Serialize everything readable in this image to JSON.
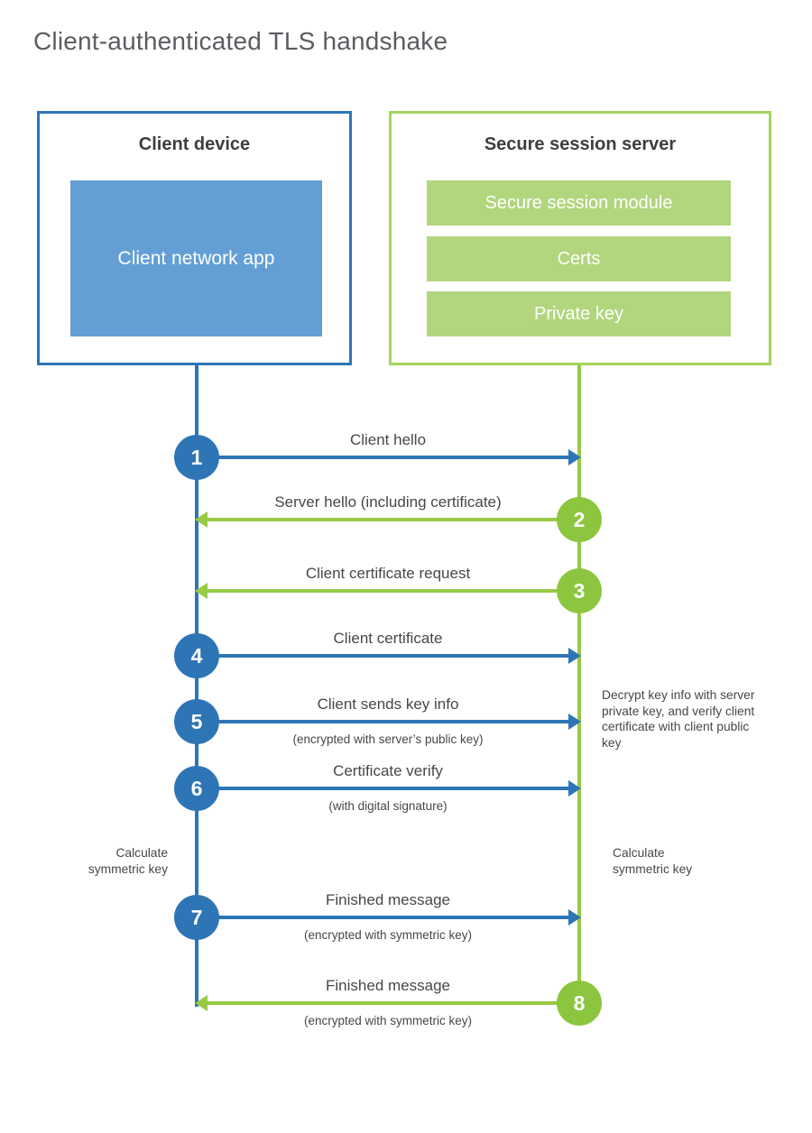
{
  "title": "Client-authenticated TLS handshake",
  "client_box": {
    "title": "Client device",
    "app_label": "Client network app"
  },
  "server_box": {
    "title": "Secure session server",
    "modules": [
      "Secure session module",
      "Certs",
      "Private key"
    ]
  },
  "steps": [
    {
      "num": "1",
      "from": "client",
      "direction": "right",
      "label": "Client hello",
      "sub": ""
    },
    {
      "num": "2",
      "from": "server",
      "direction": "left",
      "label": "Server hello (including certificate)",
      "sub": ""
    },
    {
      "num": "3",
      "from": "server",
      "direction": "left",
      "label": "Client certificate request",
      "sub": ""
    },
    {
      "num": "4",
      "from": "client",
      "direction": "right",
      "label": "Client certificate",
      "sub": ""
    },
    {
      "num": "5",
      "from": "client",
      "direction": "right",
      "label": "Client sends key info",
      "sub": "(encrypted with server’s public key)"
    },
    {
      "num": "6",
      "from": "client",
      "direction": "right",
      "label": "Certificate verify",
      "sub": "(with digital signature)"
    },
    {
      "num": "7",
      "from": "client",
      "direction": "right",
      "label": "Finished message",
      "sub": "(encrypted with symmetric key)"
    },
    {
      "num": "8",
      "from": "server",
      "direction": "left",
      "label": "Finished message",
      "sub": "(encrypted with symmetric key)"
    }
  ],
  "annotations": {
    "decrypt_note": "Decrypt key info with server private key, and verify client certificate with client public key",
    "calc_left": "Calculate symmetric key",
    "calc_right": "Calculate symmetric key"
  },
  "colors": {
    "blue": "#2e75b6",
    "blue_fill": "#639fd5",
    "green": "#8cc63f",
    "green_line": "#97ca45",
    "green_border": "#a4d55e",
    "green_fill": "#b1d67e"
  }
}
